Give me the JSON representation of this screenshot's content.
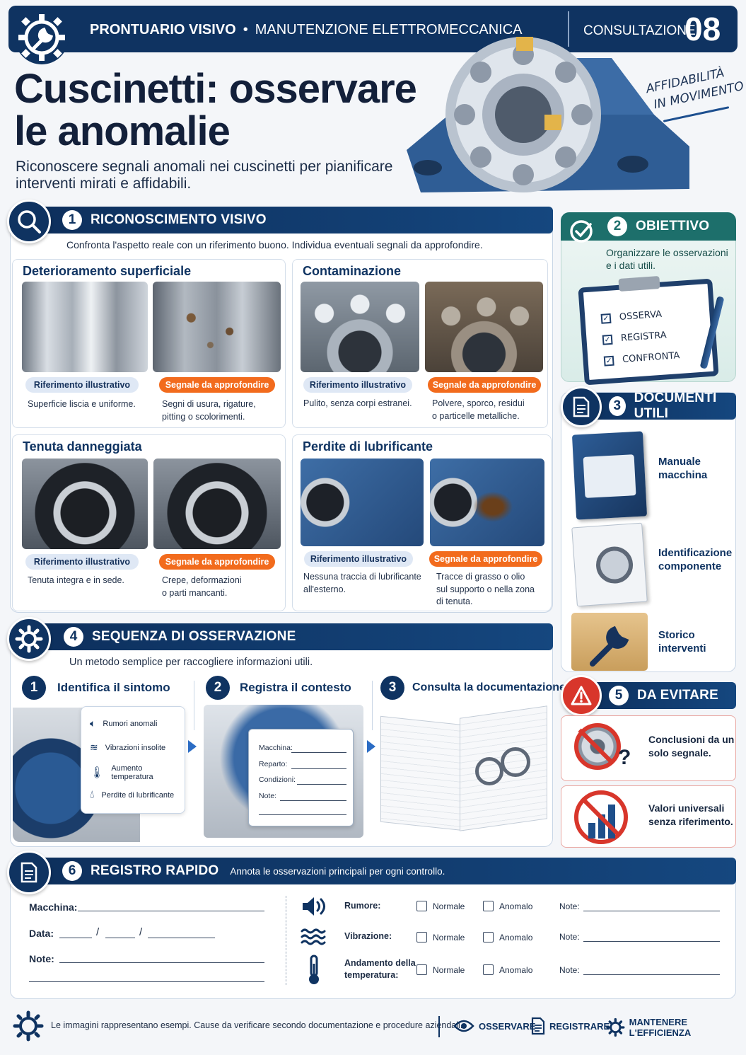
{
  "header": {
    "brand": "PRONTUARIO VISIVO",
    "separator": "•",
    "subject": "MANUTENZIONE ELETTROMECCANICA",
    "consult_label": "CONSULTAZIONE",
    "consult_number": "08"
  },
  "hero": {
    "title_line1": "Cuscinetti: osservare",
    "title_line2": "le anomalie",
    "subtitle_line1": "Riconoscere segnali anomali nei cuscinetti per pianificare",
    "subtitle_line2": "interventi mirati e affidabili.",
    "tagline_line1": "AFFIDABILITÀ",
    "tagline_line2": "IN MOVIMENTO"
  },
  "section1": {
    "number": "1",
    "title": "RICONOSCIMENTO VISIVO",
    "intro": "Confronta l'aspetto reale con un riferimento buono. Individua eventuali segnali da approfondire.",
    "ref_label": "Riferimento illustrativo",
    "signal_label": "Segnale da approfondire",
    "cards": [
      {
        "title": "Deterioramento superficiale",
        "ref_caption": "Superficie liscia e uniforme.",
        "sig_caption_1": "Segni di usura, rigature,",
        "sig_caption_2": "pitting o scolorimenti.",
        "sig_caption_3": ""
      },
      {
        "title": "Contaminazione",
        "ref_caption": "Pulito, senza corpi estranei.",
        "sig_caption_1": "Polvere, sporco, residui",
        "sig_caption_2": "o particelle metalliche.",
        "sig_caption_3": ""
      },
      {
        "title": "Tenuta danneggiata",
        "ref_caption": "Tenuta integra e in sede.",
        "sig_caption_1": "Crepe, deformazioni",
        "sig_caption_2": "o parti mancanti.",
        "sig_caption_3": ""
      },
      {
        "title": "Perdite di lubrificante",
        "ref_caption_1": "Nessuna traccia di lubrificante",
        "ref_caption_2": "all'esterno.",
        "sig_caption_1": "Tracce di grasso o olio",
        "sig_caption_2": "sul supporto o nella zona",
        "sig_caption_3": "di tenuta."
      }
    ]
  },
  "section2": {
    "number": "2",
    "title": "OBIETTIVO",
    "text_line1": "Organizzare le osservazioni",
    "text_line2": "e i dati utili.",
    "checklist": [
      "OSSERVA",
      "REGISTRA",
      "CONFRONTA"
    ]
  },
  "section3": {
    "number": "3",
    "title": "DOCUMENTI UTILI",
    "items": [
      {
        "line1": "Manuale",
        "line2": "macchina"
      },
      {
        "line1": "Identificazione",
        "line2": "componente"
      },
      {
        "line1": "Storico",
        "line2": "interventi"
      }
    ]
  },
  "section4": {
    "number": "4",
    "title": "SEQUENZA DI OSSERVAZIONE",
    "intro": "Un metodo semplice per raccogliere informazioni utili.",
    "steps": [
      {
        "number": "1",
        "title": "Identifica il sintomo"
      },
      {
        "number": "2",
        "title": "Registra il contesto"
      },
      {
        "number": "3",
        "title": "Consulta la documentazione"
      }
    ],
    "symptoms": [
      "Rumori anomali",
      "Vibrazioni insolite",
      "Aumento temperatura",
      "Perdite di lubrificante"
    ],
    "context_fields": [
      "Macchina:",
      "Reparto:",
      "Condizioni:",
      "Note:"
    ]
  },
  "section5": {
    "number": "5",
    "title": "DA EVITARE",
    "items": [
      {
        "line1": "Conclusioni da un",
        "line2": "solo segnale."
      },
      {
        "line1": "Valori universali",
        "line2": "senza riferimento."
      }
    ]
  },
  "section6": {
    "number": "6",
    "title": "REGISTRO RAPIDO",
    "subtitle": "Annota le osservazioni principali per ogni controllo.",
    "left_fields": {
      "machine": "Macchina:",
      "date": "Data:",
      "note": "Note:",
      "date_sep": "/"
    },
    "rows": [
      {
        "label_1": "Rumore:",
        "label_2": ""
      },
      {
        "label_1": "Vibrazione:",
        "label_2": ""
      },
      {
        "label_1": "Andamento della",
        "label_2": "temperatura:"
      }
    ],
    "opt_normal": "Normale",
    "opt_anomal": "Anomalo",
    "note_label": "Note:"
  },
  "footer": {
    "disclaimer": "Le immagini rappresentano esempi. Cause da verificare secondo documentazione e procedure aziendali.",
    "actions": [
      "OSSERVARE",
      "REGISTRARE",
      "MANTENERE L'EFFICIENZA"
    ]
  },
  "colors": {
    "navy": "#0f3361",
    "accent_orange": "#f26b1d",
    "teal": "#1d6f6b",
    "red": "#d8362b"
  }
}
